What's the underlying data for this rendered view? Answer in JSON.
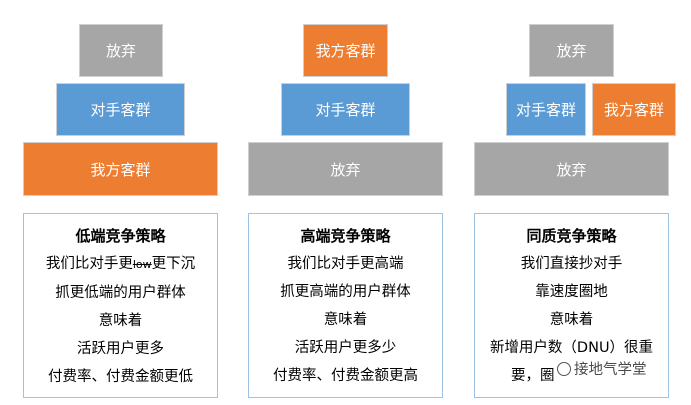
{
  "panels": [
    {
      "stack": {
        "top": "放弃",
        "middle": "对手客群",
        "bottom": "我方客群"
      },
      "card": {
        "title": "低端竞争策略",
        "line1_prefix": "我们比对手更",
        "line1_struck": "low",
        "line1_suffix": "更下沉",
        "line2": "抓更低端的用户群体",
        "line3": "意味着",
        "line4": "活跃用户更多",
        "line5": "付费率、付费金额更低"
      }
    },
    {
      "stack": {
        "top": "我方客群",
        "middle": "对手客群",
        "bottom": "放弃"
      },
      "card": {
        "title": "高端竞争策略",
        "line1": "我们比对手更高端",
        "line2": "抓更高端的用户群体",
        "line3": "意味着",
        "line4": "活跃用户更多少",
        "line5": "付费率、付费金额更高"
      }
    },
    {
      "stack": {
        "top": "放弃",
        "middle_left": "对手客群",
        "middle_right": "我方客群",
        "bottom": "放弃"
      },
      "card": {
        "title": "同质竞争策略",
        "line1": "我们直接抄对手",
        "line2": "靠速度圈地",
        "line3": "意味着",
        "line4": "新增用户数（DNU）很重",
        "line5": "要，圈"
      }
    }
  ],
  "watermark": {
    "text": "接地气学堂",
    "icon": "wechat-icon"
  },
  "colors": {
    "gray": "#a6a6a6",
    "blue": "#5b9bd5",
    "orange": "#ed7d31",
    "card_border": "#9dc3e6"
  }
}
